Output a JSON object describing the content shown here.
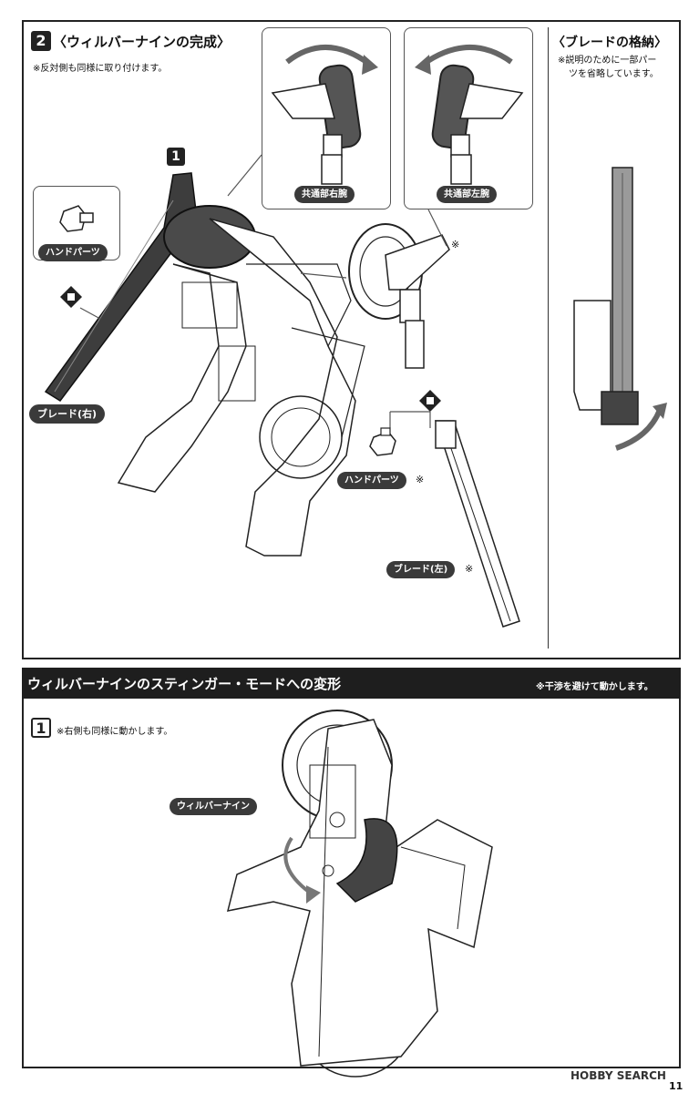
{
  "section2": {
    "step_number": "2",
    "title": "〈ウィルバーナインの完成〉",
    "note": "※反対側も同様に取り付けます。",
    "callout_right_arm": "共通部右腕",
    "callout_left_arm": "共通部左腕",
    "hand_parts_label": "ハンドパーツ",
    "hand_parts_label_2": "ハンドパーツ",
    "blade_right_label": "ブレード(右)",
    "blade_left_label": "ブレード(左)",
    "part_marker": "1",
    "asterisk": "※"
  },
  "blade_storage": {
    "title": "〈ブレードの格納〉",
    "note_line1": "※説明のために一部パー",
    "note_line2": "ツを省略しています。"
  },
  "transform": {
    "title": "ウィルバーナインのスティンガー・モードへの変形",
    "note": "※干渉を避けて動かします。",
    "step_number": "1",
    "step_note": "※右側も同様に動かします。",
    "character_label": "ウィルバーナイン"
  },
  "footer": {
    "watermark": "HOBBY SEARCH",
    "page_number": "11"
  }
}
